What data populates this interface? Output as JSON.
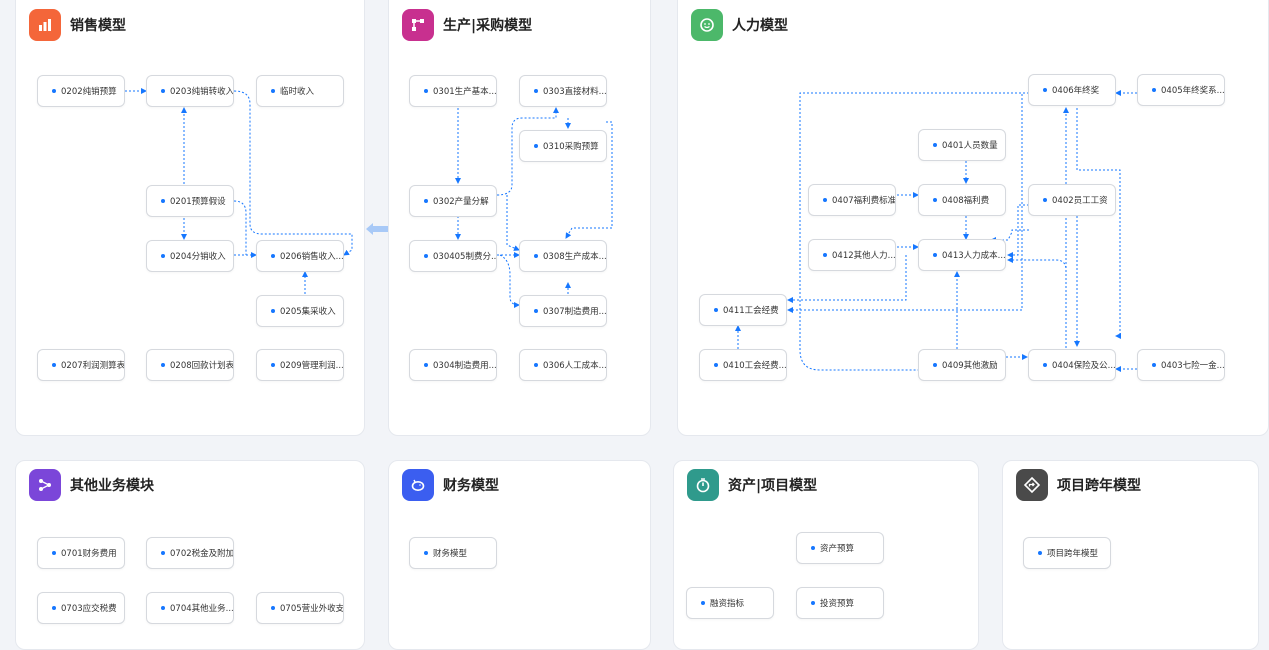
{
  "colors": {
    "accent": "#1677ff",
    "sales": "#f4663a",
    "production": "#c8308f",
    "hr": "#4cb86a",
    "other": "#7b46d9",
    "finance": "#3b5ef0",
    "asset": "#2f9a8c",
    "project": "#4a4a4a"
  },
  "panels": [
    {
      "id": "sales",
      "title": "销售模型",
      "icon": "bar-chart-icon"
    },
    {
      "id": "production",
      "title": "生产|采购模型",
      "icon": "flow-icon"
    },
    {
      "id": "hr",
      "title": "人力模型",
      "icon": "smile-icon"
    },
    {
      "id": "other",
      "title": "其他业务模块",
      "icon": "share-icon"
    },
    {
      "id": "finance",
      "title": "财务模型",
      "icon": "piggy-bank-icon"
    },
    {
      "id": "asset",
      "title": "资产|项目模型",
      "icon": "timer-icon"
    },
    {
      "id": "project",
      "title": "项目跨年模型",
      "icon": "diamond-nav-icon"
    }
  ],
  "nodes": {
    "n0202": "0202纯销预算",
    "n0203": "0203纯销转收入",
    "nTemp": "临时收入",
    "n0201": "0201预算假设",
    "n0204": "0204分销收入",
    "n0206": "0206销售收入...",
    "n0205": "0205集采收入",
    "n0207": "0207利润测算表",
    "n0208": "0208回款计划表",
    "n0209": "0209管理利润...",
    "n0301": "0301生产基本...",
    "n0303": "0303直接材料...",
    "n0310": "0310采购预算",
    "n0302": "0302产量分解",
    "n030405": "030405制费分...",
    "n0308": "0308生产成本...",
    "n0307": "0307制造费用...",
    "n0304": "0304制造费用...",
    "n0306": "0306人工成本...",
    "n0406": "0406年终奖",
    "n0405": "0405年终奖系...",
    "n0401": "0401人员数量",
    "n0407": "0407福利费标准",
    "n0408": "0408福利费",
    "n0402": "0402员工工资",
    "n0412": "0412其他人力...",
    "n0413": "0413人力成本...",
    "n0411": "0411工会经费",
    "n0410": "0410工会经费...",
    "n0409": "0409其他激励",
    "n0404": "0404保险及公...",
    "n0403": "0403七险一金...",
    "n0701": "0701财务费用",
    "n0702": "0702税金及附加",
    "n0703": "0703应交税费",
    "n0704": "0704其他业务...",
    "n0705": "0705营业外收支",
    "nFin": "财务模型",
    "nAsset": "资产预算",
    "nFinance": "融资指标",
    "nInvest": "投资预算",
    "nProj": "项目跨年模型"
  }
}
